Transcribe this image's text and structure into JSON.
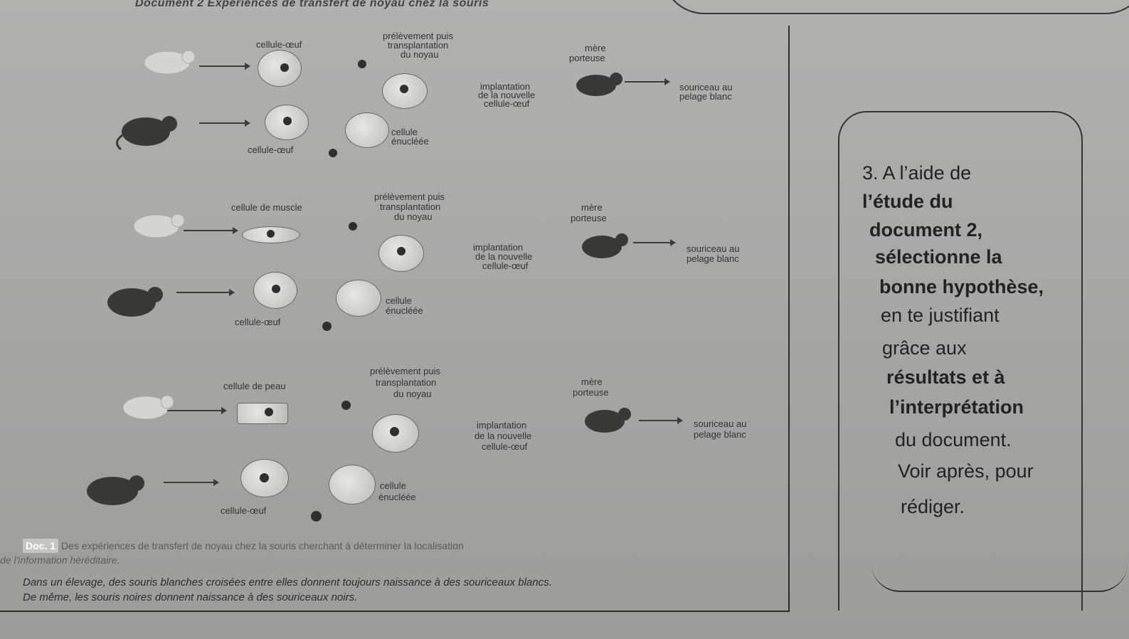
{
  "header": {
    "title": "Document 2 Expériences de transfert de noyau chez la souris"
  },
  "figure": {
    "experiments": [
      {
        "donor_cell": "cellule-œuf",
        "step_transplant": [
          "prélèvement puis",
          "transplantation",
          "du noyau"
        ],
        "mother": [
          "mère",
          "porteuse"
        ],
        "implant": [
          "implantation",
          "de la nouvelle",
          "cellule-œuf"
        ],
        "offspring": [
          "souriceau au",
          "pelage blanc"
        ],
        "enucleated": [
          "cellule",
          "énucléée"
        ],
        "recipient": "cellule-œuf"
      },
      {
        "donor_cell": "cellule de muscle",
        "step_transplant": [
          "prélèvement puis",
          "transplantation",
          "du noyau"
        ],
        "mother": [
          "mère",
          "porteuse"
        ],
        "implant": [
          "implantation",
          "de la nouvelle",
          "cellule-œuf"
        ],
        "offspring": [
          "souriceau au",
          "pelage blanc"
        ],
        "enucleated": [
          "cellule",
          "énucléée"
        ],
        "recipient": "cellule-œuf"
      },
      {
        "donor_cell": "cellule de peau",
        "step_transplant": [
          "prélèvement puis",
          "transplantation",
          "du noyau"
        ],
        "mother": [
          "mère",
          "porteuse"
        ],
        "implant": [
          "implantation",
          "de la nouvelle",
          "cellule-œuf"
        ],
        "offspring": [
          "souriceau au",
          "pelage blanc"
        ],
        "enucleated": [
          "cellule",
          "énucléée"
        ],
        "recipient": "cellule-œuf"
      }
    ]
  },
  "caption": {
    "badge": "Doc. 1",
    "text": "Des expériences de transfert de noyau chez la souris cherchant à déterminer la localisation",
    "text2": "de l'information héréditaire."
  },
  "body": {
    "line1": "Dans un élevage, des souris blanches croisées entre elles donnent toujours naissance à des souriceaux blancs.",
    "line2": "De même, les souris noires donnent naissance à des souriceaux noirs."
  },
  "question": {
    "lines": [
      "3. A l’aide de",
      "l’étude du",
      "document 2,",
      "sélectionne la",
      "bonne hypothèse,",
      "en te justifiant",
      "grâce aux",
      "résultats et à",
      "l’interprétation",
      "du document.",
      "Voir après, pour",
      "rédiger."
    ]
  },
  "colors": {
    "paper": "#aaa8a5",
    "ink": "#2c2c2c",
    "mouse_dark": "#3a3936",
    "mouse_light": "#d6d4d0"
  }
}
